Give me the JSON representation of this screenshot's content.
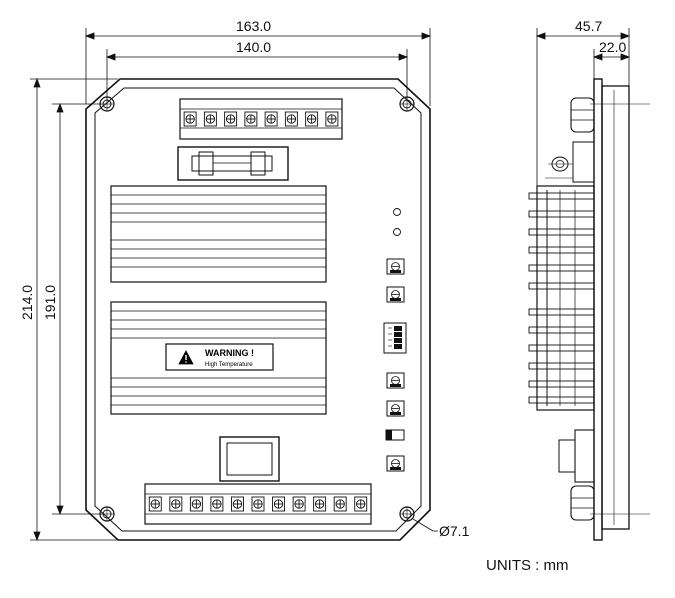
{
  "front_view": {
    "dimensions": {
      "overall_width": "163.0",
      "mounting_width": "140.0",
      "overall_height": "214.0",
      "mounting_height": "191.0",
      "hole_diameter": "Ø7.1"
    },
    "warning_label": {
      "title": "WARNING !",
      "subtitle": "High Temperature"
    },
    "top_terminal_count": 8,
    "bottom_terminal_count": 11
  },
  "side_view": {
    "dimensions": {
      "overall_depth": "45.7",
      "base_depth": "22.0"
    }
  },
  "units_label": "UNITS : mm"
}
